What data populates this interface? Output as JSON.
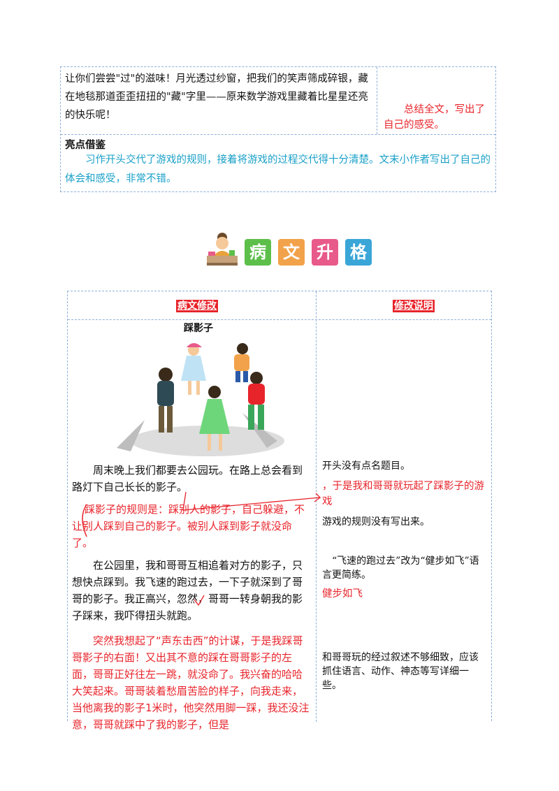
{
  "top_section": {
    "essay_end": "让你们尝尝\"过\"的滋味！月光透过纱窗，把我们的笑声筛成碎银，藏在地毯那道歪歪扭扭的\"藏\"字里——原来数学游戏里藏着比星星还亮的快乐呢！",
    "comment": "总结全文，写出了自己的感受。",
    "highlight_title": "亮点借鉴",
    "highlight_body": "习作开头交代了游戏的规则，接着将游戏的过程交代得十分清楚。文末小作者写出了自己的体会和感受，非常不错。"
  },
  "banner": {
    "chars": [
      "病",
      "文",
      "升",
      "格"
    ],
    "colors": [
      "#5cbf4a",
      "#f2a24a",
      "#e85a8a",
      "#3aa6d8"
    ]
  },
  "table": {
    "header_left": "病文修改",
    "header_right": "修改说明",
    "story_title": "踩影子",
    "p1": "周末晚上我们都要去公园玩。在路上总会看到路灯下自己长长的影子。",
    "p2": "踩影子的规则是：踩别人的影子，自己躲避，不让别人踩到自己的影子。被别人踩到影子就没命了。",
    "p3": "在公园里，我和哥哥互相追着对方的影子，只想快点踩到。我飞速的跑过去，一下子就深到了哥哥的影子。我正高兴，忽然，哥哥一转身朝我的影子踩来，我吓得扭头就跑。",
    "p4": "突然我想起了“声东击西”的计谋，于是我踩哥哥影子的右面！又出其不意的踩在哥哥影子的左面，哥哥正好往左一跳，就没命了。我兴奋的哈哈大笑起来。哥哥装着愁眉苦脸的样子，向我走来，当他离我的影子1米时，他突然用脚一踩，我还没注意，哥哥就踩中了我的影子，但是",
    "note1": "开头没有点名题目。",
    "note1_fix": "，于是我和哥哥就玩起了踩影子的游戏",
    "note2": "游戏的规则没有写出来。",
    "note3": "“飞速的跑过去”改为“健步如飞”语言更简练。",
    "note3_fix": "健步如飞",
    "note4": "和哥哥玩的经过叙述不够细致，应该抓住语言、动作、神态等写详细一些。"
  }
}
